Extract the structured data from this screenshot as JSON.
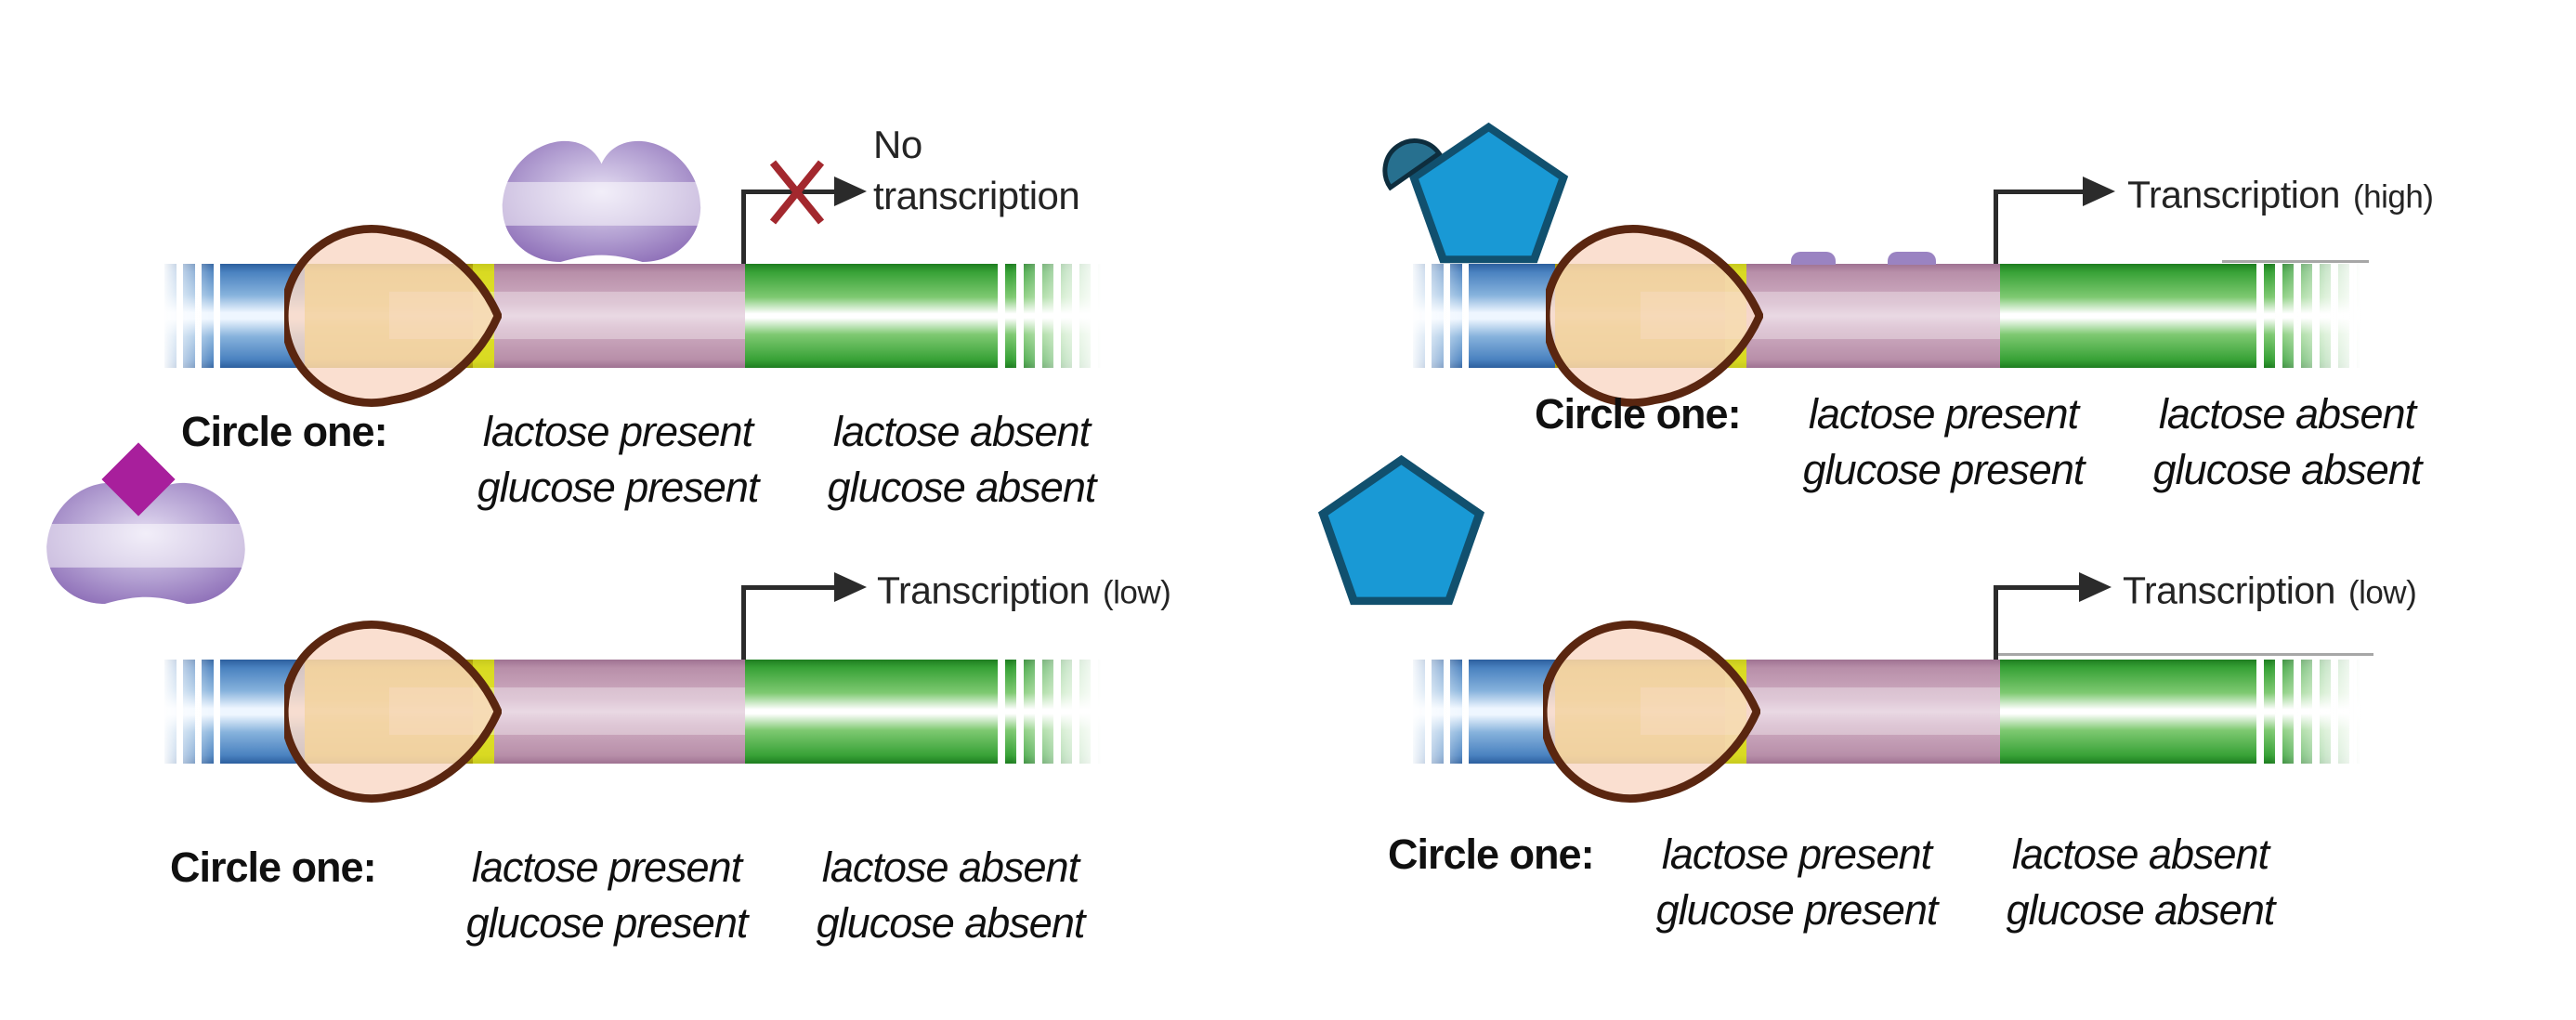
{
  "colors": {
    "upstream_blue": "#3a74b4",
    "promoter_yellow": "#d2c017",
    "operator_pink": "#c29db7",
    "gene_green": "#3aa439",
    "rna_polymerase_fill": "#f9d7c4",
    "rna_polymerase_outline": "#5a2610",
    "repressor_purple": "#8a6ab5",
    "inducer_magenta": "#a81f9c",
    "cap_pentagon_blue": "#1999d5",
    "cap_pentagon_outline": "#11506e",
    "camp_teal": "#27708f",
    "camp_outline": "#0e2d3d",
    "blocked_x_red": "#a3282e",
    "arrow_black": "#2b2b2b",
    "label_text": "#1c1c1c"
  },
  "circle_one": {
    "label": "Circle one:",
    "row1": {
      "left": "lactose present",
      "right": "lactose absent"
    },
    "row2": {
      "left": "glucose present",
      "right": "glucose absent"
    }
  },
  "panels": {
    "top_left": {
      "result_line1": "No",
      "result_line2": "transcription"
    },
    "top_right": {
      "result": "Transcription",
      "level": "(high)"
    },
    "bottom_left": {
      "result": "Transcription",
      "level": "(low)"
    },
    "bottom_right": {
      "result": "Transcription",
      "level": "(low)"
    }
  }
}
